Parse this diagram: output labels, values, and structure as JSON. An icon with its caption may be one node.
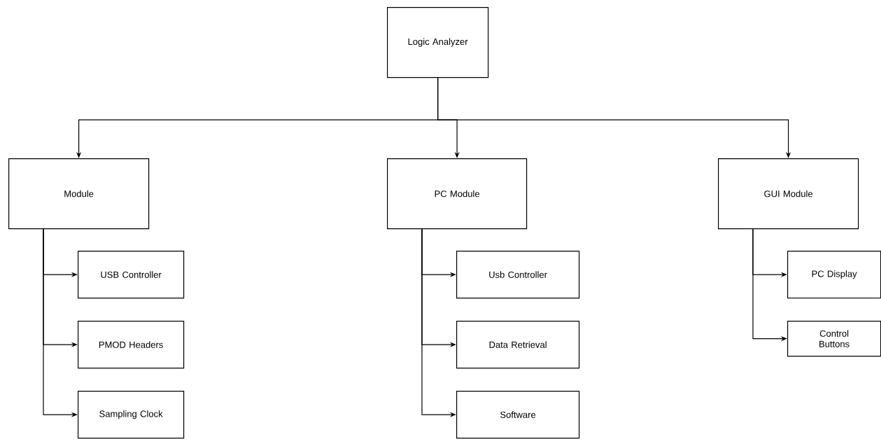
{
  "diagram": {
    "nodes": [
      {
        "text": [
          "Logic Analyzer"
        ]
      },
      {
        "text": [
          "Module"
        ]
      },
      {
        "text": [
          "PC Module"
        ]
      },
      {
        "text": [
          "GUI Module"
        ]
      },
      {
        "text": [
          "USB Controller"
        ]
      },
      {
        "text": [
          "PMOD Headers"
        ]
      },
      {
        "text": [
          "Sampling Clock"
        ]
      },
      {
        "text": [
          "Usb Controller"
        ]
      },
      {
        "text": [
          "Data Retrieval"
        ]
      },
      {
        "text": [
          "Software"
        ]
      },
      {
        "text": [
          "PC Display"
        ]
      },
      {
        "text": [
          "Control Buttons"
        ]
      }
    ],
    "edges": [
      {
        "from": 0,
        "to": 1,
        "arrow": "to"
      },
      {
        "from": 0,
        "to": 2,
        "arrow": "to"
      },
      {
        "from": 0,
        "to": 3,
        "arrow": "to"
      },
      {
        "from": 1,
        "to": 4,
        "arrow": "to"
      },
      {
        "from": 1,
        "to": 5,
        "arrow": "to"
      },
      {
        "from": 1,
        "to": 6,
        "arrow": "to"
      },
      {
        "from": 2,
        "to": 7,
        "arrow": "to"
      },
      {
        "from": 2,
        "to": 8,
        "arrow": "to"
      },
      {
        "from": 2,
        "to": 9,
        "arrow": "to"
      },
      {
        "from": 3,
        "to": 10,
        "arrow": "to"
      },
      {
        "from": 3,
        "to": 11,
        "arrow": "to"
      }
    ]
  }
}
